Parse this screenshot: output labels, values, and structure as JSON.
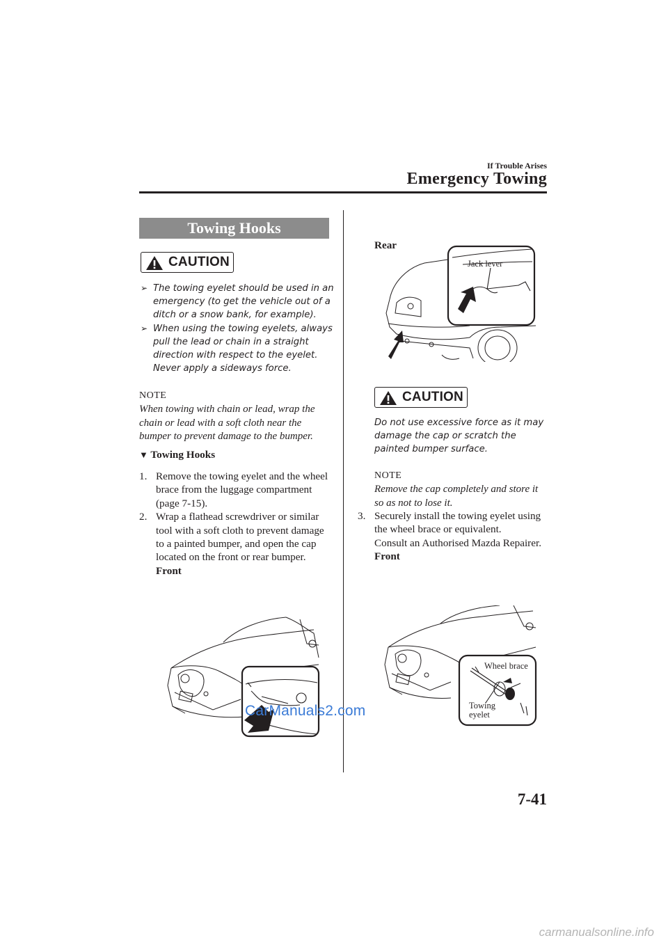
{
  "header": {
    "section": "If Trouble Arises",
    "chapter": "Emergency Towing"
  },
  "left": {
    "title": "Towing Hooks",
    "caution_label": "CAUTION",
    "caution_items": [
      "The towing eyelet should be used in an emergency (to get the vehicle out of a ditch or a snow bank, for example).",
      "When using the towing eyelets, always pull the lead or chain in a straight direction with respect to the eyelet. Never apply a sideways force."
    ],
    "note_heading": "NOTE",
    "note_text": "When towing with chain or lead, wrap the chain or lead with a soft cloth near the bumper to prevent damage to the bumper.",
    "subheading": "Towing Hooks",
    "steps": [
      {
        "num": "1.",
        "text": "Remove the towing eyelet and the wheel brace from the luggage compartment (page 7-15)."
      },
      {
        "num": "2.",
        "text": "Wrap a flathead screwdriver or similar tool with a soft cloth to prevent damage to a painted bumper, and open the cap located on the front or rear bumper."
      }
    ],
    "front_label": "Front"
  },
  "right": {
    "rear_label": "Rear",
    "jack_lever_label": "Jack lever",
    "caution_label": "CAUTION",
    "caution_text": "Do not use excessive force as it may damage the cap or scratch the painted bumper surface.",
    "note_heading": "NOTE",
    "note_text": "Remove the cap completely and store it so as not to lose it.",
    "step3_num": "3.",
    "step3_text": "Securely install the towing eyelet using the wheel brace or equivalent.",
    "step3_consult": "Consult an Authorised Mazda Repairer.",
    "front_label": "Front",
    "wheel_brace_label": "Wheel brace",
    "towing_eyelet_label_1": "Towing",
    "towing_eyelet_label_2": "eyelet"
  },
  "watermark": "CarManuals2.com",
  "page_number": "7-41",
  "footer_site": "carmanualsonline.info",
  "colors": {
    "title_bar_bg": "#8c8c8c",
    "watermark": "#3b7bd6",
    "text": "#231f20"
  }
}
